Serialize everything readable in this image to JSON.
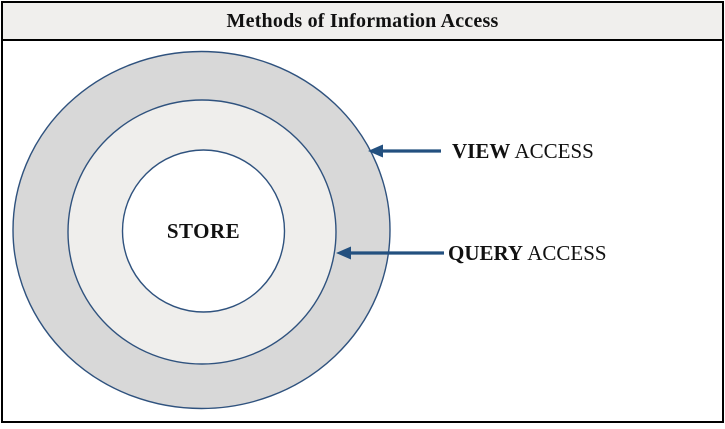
{
  "title": "Methods of Information Access",
  "diagram": {
    "center_label": "STORE",
    "rings": [
      {
        "name": "view-access",
        "label_bold": "VIEW",
        "label_rest": "ACCESS"
      },
      {
        "name": "query-access",
        "label_bold": "QUERY",
        "label_rest": "ACCESS"
      }
    ],
    "colors": {
      "outer_ring_fill": "#d8d8d8",
      "middle_ring_fill": "#efeeec",
      "inner_circle_fill": "#ffffff",
      "circle_stroke": "#2f527e",
      "arrow": "#23507f",
      "title_bar_bg": "#f0efed",
      "frame_border": "#000000",
      "text": "#111111"
    }
  }
}
